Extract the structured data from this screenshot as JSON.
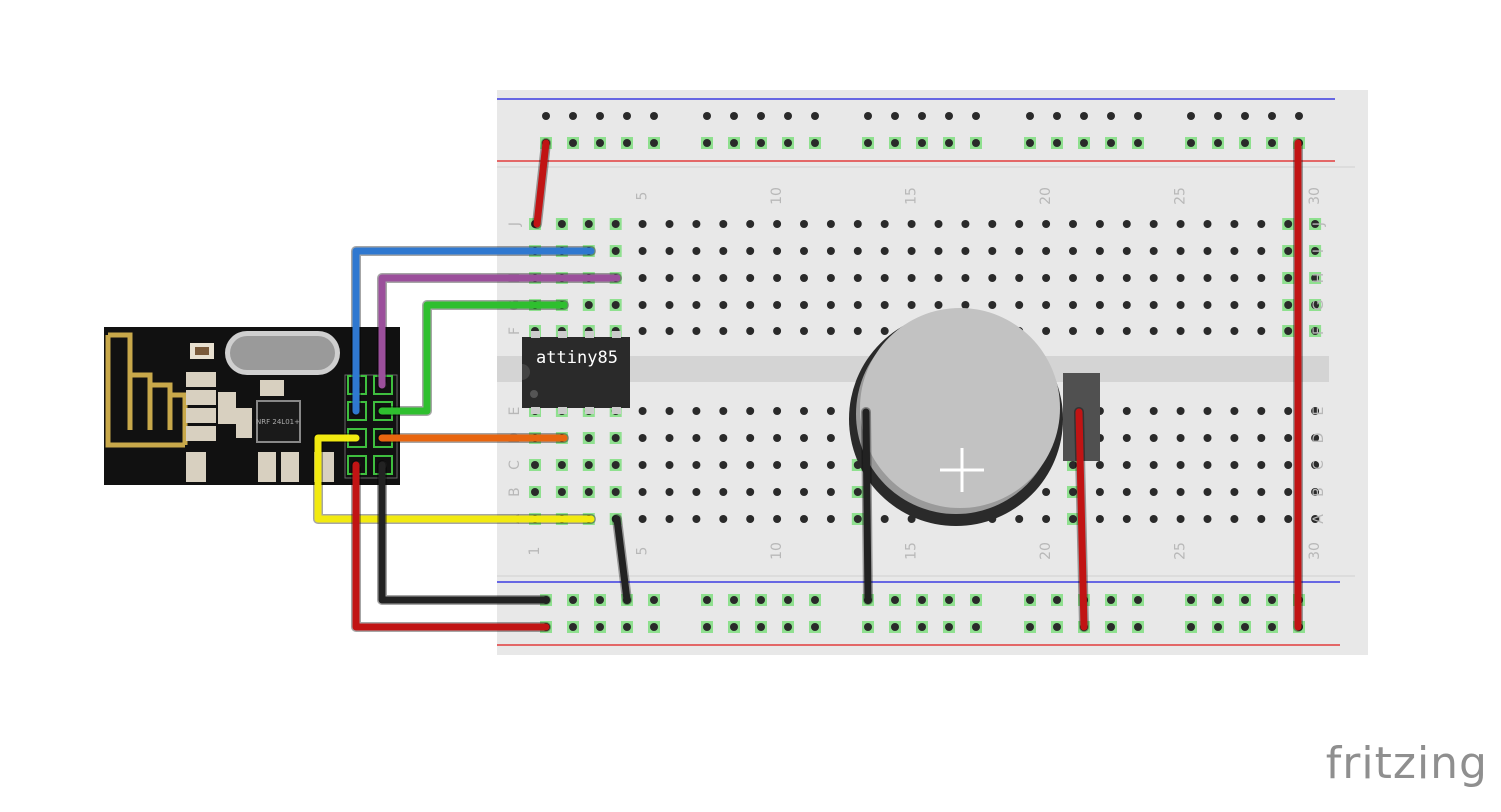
{
  "breadboard": {
    "column_numbers": [
      "1",
      "5",
      "10",
      "15",
      "20",
      "25",
      "30"
    ],
    "row_letters_top": [
      "J",
      "I",
      "H",
      "G",
      "F"
    ],
    "row_letters_bottom": [
      "E",
      "D",
      "C",
      "B",
      "A"
    ]
  },
  "chip": {
    "label": "attiny85"
  },
  "rf_module": {
    "chip_marking": "NRF 24L01+"
  },
  "battery_holder": {
    "polarity_mark": "+"
  },
  "logo": {
    "text": "fritzing"
  },
  "wire_colors": {
    "red": "#c11414",
    "black": "#222222",
    "blue": "#2f78d0",
    "purple": "#9b4f9b",
    "green": "#2fbf2f",
    "orange": "#e8650f",
    "yellow": "#f2ea10"
  }
}
